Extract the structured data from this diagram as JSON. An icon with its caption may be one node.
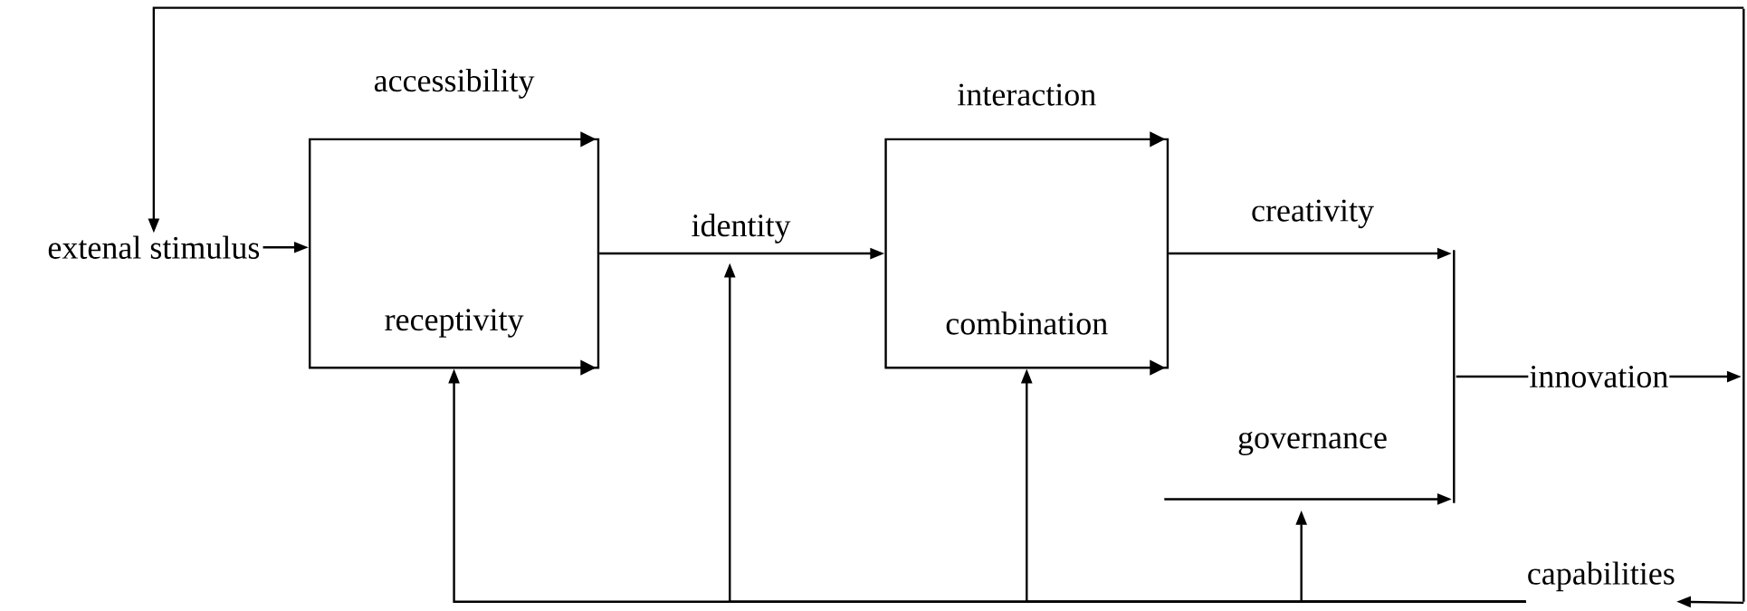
{
  "diagram": {
    "nodes": [
      {
        "text": [
          "extenal stimulus"
        ]
      },
      {
        "text": [
          "accessibility",
          "receptivity"
        ]
      },
      {
        "text": [
          "interaction",
          "combination"
        ]
      },
      {
        "text": [],
        "shape": "bar"
      },
      {
        "text": [],
        "shape": "bar"
      },
      {
        "text": [
          "capabilities"
        ]
      }
    ],
    "edges": [
      {
        "from": 0,
        "to": 1,
        "arrow": "to"
      },
      {
        "from": 1,
        "to": 2,
        "arrow": "to",
        "label": "identity"
      },
      {
        "from": 2,
        "to": 3,
        "arrow": "to",
        "label": "creativity"
      },
      {
        "from": null,
        "to": 3,
        "arrow": "to",
        "label": "governance"
      },
      {
        "from": 3,
        "to": 4,
        "arrow": "to",
        "label": "innovation"
      },
      {
        "from": 4,
        "to": 5,
        "arrow": "to"
      },
      {
        "from": 5,
        "to": 1,
        "arrow": "to"
      },
      {
        "from": 5,
        "to": null,
        "arrow": "to"
      },
      {
        "from": 5,
        "to": 2,
        "arrow": "to"
      },
      {
        "from": 5,
        "to": null,
        "arrow": "to"
      },
      {
        "from": 4,
        "to": 0,
        "arrow": "to"
      }
    ]
  }
}
